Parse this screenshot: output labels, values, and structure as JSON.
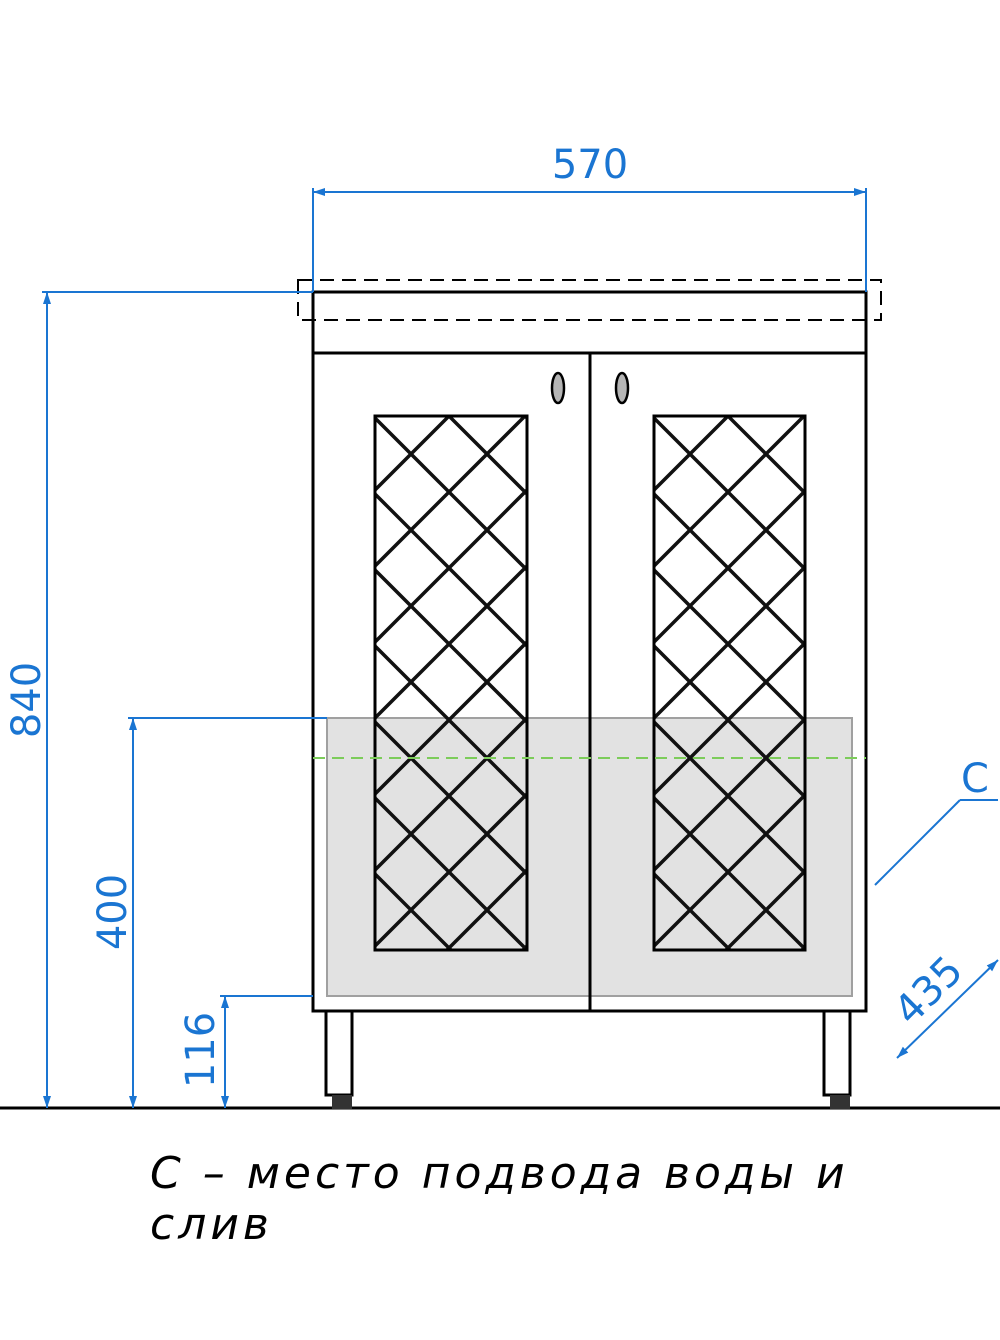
{
  "colors": {
    "dimension": "#1a75d2",
    "outline": "#000000",
    "lattice": "#111111",
    "water_zone_fill": "#e2e2e2",
    "water_zone_stroke": "#a0a0a0",
    "level_line": "#7ccc5a"
  },
  "dimensions": {
    "width": "570",
    "height": "840",
    "zone_height": "400",
    "leg_height": "116",
    "depth": "435",
    "zone_label": "C"
  },
  "caption": "C – место подвода воды и слив"
}
